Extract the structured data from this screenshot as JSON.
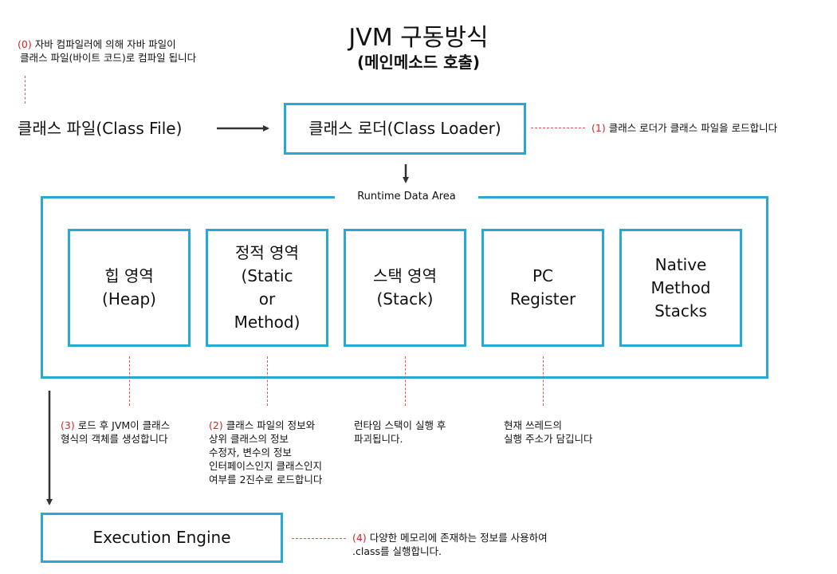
{
  "title": "JVM 구동방식",
  "subtitle": "(메인메소드 호출)",
  "class_file": "클래스 파일(Class File)",
  "class_loader": "클래스 로더(Class Loader)",
  "runtime_area": "Runtime Data Area",
  "areas": {
    "heap": [
      "힙 영역",
      "(Heap)"
    ],
    "method": [
      "정적 영역",
      "(Static",
      "or",
      "Method)"
    ],
    "stack": [
      "스택 영역",
      "(Stack)"
    ],
    "pc": [
      "PC",
      "Register"
    ],
    "native": [
      "Native",
      "Method",
      "Stacks"
    ]
  },
  "execution_engine": "Execution Engine",
  "notes": {
    "n0": {
      "num": "(0)",
      "line1": " 자바 컴파일러에 의해 자바 파일이",
      "line2": "클래스 파일(바이트 코드)로 컴파일 됩니다"
    },
    "n1": {
      "num": "(1)",
      "line1": " 클래스 로더가 클래스 파일을 로드합니다"
    },
    "n3": {
      "num": "(3)",
      "line1": " 로드 후 JVM이 클래스",
      "line2": "형식의 객체를 생성합니다"
    },
    "n2": {
      "num": "(2)",
      "line1": " 클래스 파일의 정보와",
      "line2": "상위 클래스의 정보",
      "line3": "수정자, 변수의 정보",
      "line4": "인터페이스인지 클래스인지",
      "line5": "여부를 2진수로 로드합니다"
    },
    "stack": {
      "line1": "런타임 스택이 실행 후",
      "line2": "파괴됩니다."
    },
    "pc": {
      "line1": "현재 쓰레드의",
      "line2": "실행 주소가 담깁니다"
    },
    "n4": {
      "num": "(4)",
      "line1": " 다양한 메모리에 존재하는 정보를 사용하여",
      "line2": ".class를 실행합니다."
    }
  },
  "colors": {
    "box_border": "#29a8d6",
    "note_number": "#d32626",
    "dash": "#e05555"
  }
}
